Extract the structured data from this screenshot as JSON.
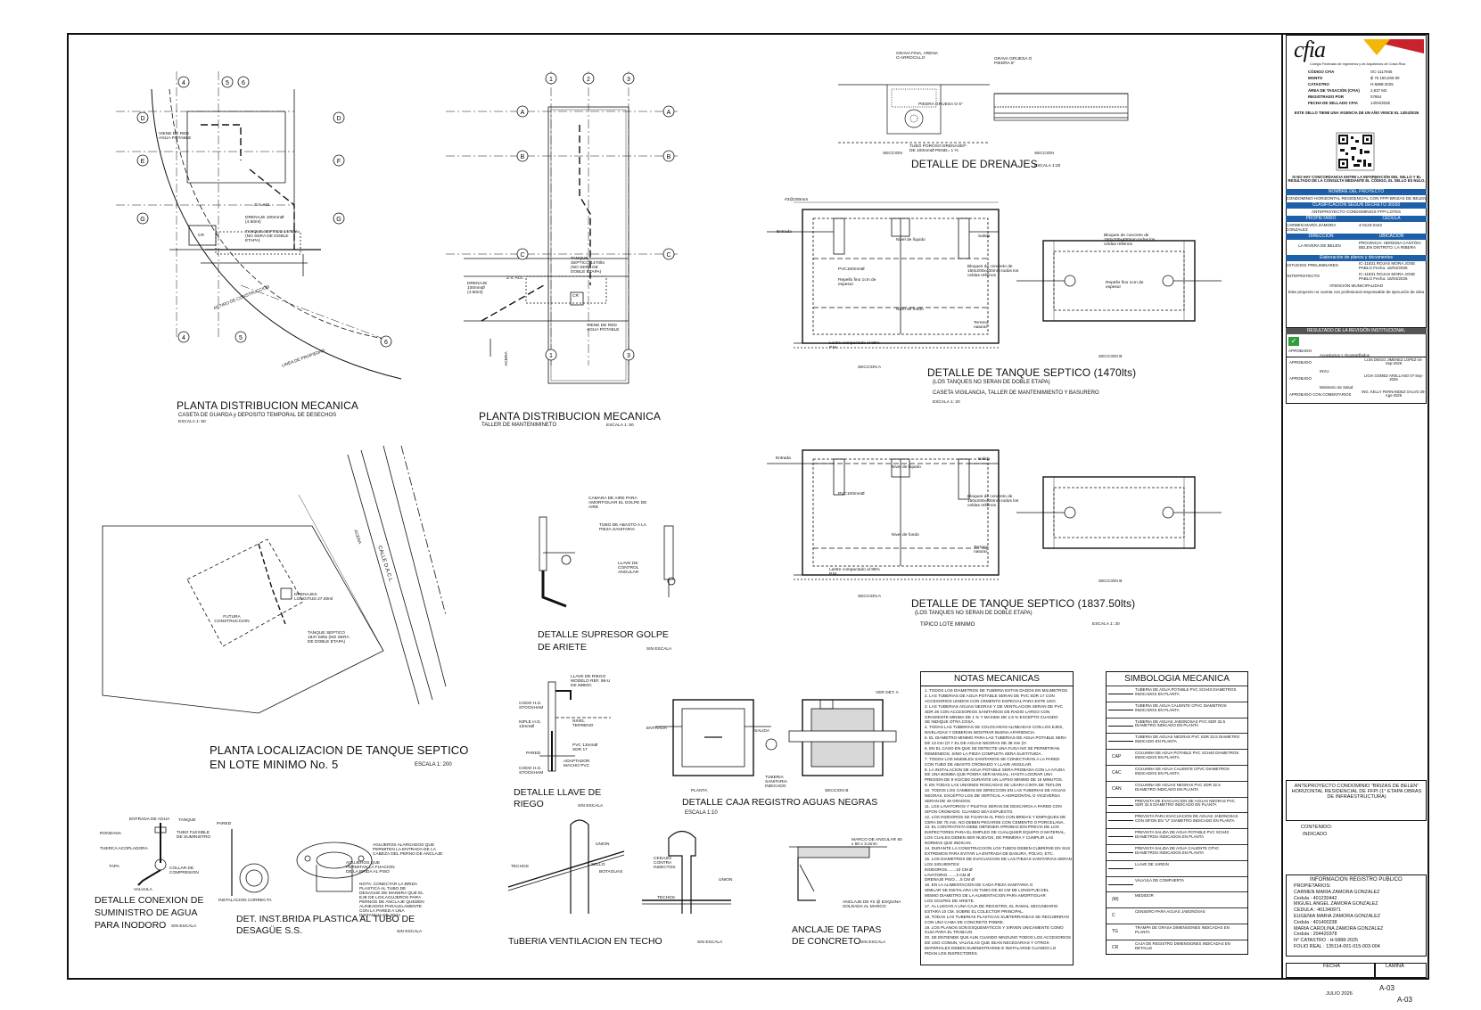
{
  "plan1": {
    "title": "PLANTA DISTRIBUCION MECANICA",
    "subtitle": "CASETA DE GUARDA y DEPOSITO TEMPORAL DE DESECHOS",
    "scale": "ESCALA 1: 50",
    "labels": {
      "viene_red": "VIENE DE RED AGUA POTABLE",
      "drenaje": "DRENAJE 100mmØ (4.50ml)",
      "tanque": "TANQUE SEPTICO 1470lts (NO SERA DE DOBLE ETAPA)",
      "zv": "Z.V. ACL",
      "retiro": "RETIRO DE CONSTRUCCION",
      "linea": "LINEA DE PROPIEDAD",
      "cr": "CR"
    },
    "axes": [
      "4",
      "5",
      "6",
      "D",
      "E",
      "G",
      "4",
      "5",
      "6",
      "F",
      "G"
    ]
  },
  "plan2": {
    "title": "PLANTA DISTRIBUCION MECANICA",
    "subtitle": "TALLER DE MANTENIMINETO",
    "scale": "ESCALA 1: 50",
    "labels": {
      "tanque": "TANQUE SEPTICO 1470lts (NO SERA DE DOBLE ETAPA)",
      "drenaje": "DRENAJE 100mmØ (4.50ml)",
      "zv": "Z.V. ACL",
      "viene": "VIENE DE RED AGUA POTABLE",
      "acera": "ACERA",
      "cr": "CR"
    },
    "axes_top": [
      "1",
      "2",
      "3"
    ],
    "axes_left": [
      "A",
      "B",
      "C"
    ],
    "axes_right": [
      "A",
      "B",
      "C"
    ],
    "axes_bottom": [
      "1",
      "3"
    ]
  },
  "drenajes": {
    "title": "DETALLE DE DRENAJES",
    "scale": "ESCALA 1:20",
    "seccion": "SECCION",
    "labels": {
      "grava_fina": "GRAVA FINA, ARENA O ARROCILLO",
      "grava_gruesa": "GRAVA GRUESA O PIEDRA 5\"",
      "piedra_gruesa": "PIEDRA GRUESA O 5\"",
      "tubo_poroso": "TUBO POROSO DRENASEP DE 100mmØ PEND= 1 %"
    }
  },
  "tanque1470": {
    "title": "DETALLE DE TANQUE SEPTICO (1470lts)",
    "note": "(LOS TANQUES NO SERAN DE DOBLE ETAPA)",
    "subtitle": "CASETA VIGILANCIA, TALLER DE MANTENIMIENTO Y BASURERO",
    "scale": "ESCALA 1: 20",
    "seccion_a": "SECCION A",
    "seccion_b": "SECCION B",
    "labels": {
      "nivel_liquido": "Nivel de líquido",
      "nivel_fondo": "Nivel de fondo",
      "pvc": "PVC100mmØ",
      "repello": "Repello fino 1cm de espesor",
      "bloques": "Bloques de concreto de 150x200x400mm todos los celdas rellenos",
      "lastre": "Lastre compactado al 95% P.M.",
      "terreno": "Terreno natural",
      "entrada": "Entrada",
      "salida": "Salida",
      "varilla": "#3@200mm"
    }
  },
  "tanque1837": {
    "title": "DETALLE DE TANQUE SEPTICO (1837.50lts)",
    "note": "(LOS TANQUES NO SERAN DE DOBLE ETAPA)",
    "subtitle": "TIPICO LOTE MINIMO",
    "scale": "ESCALA 1: 20",
    "seccion_a": "SECCION A",
    "seccion_b": "SECCION B"
  },
  "localizacion": {
    "title_l1": "PLANTA LOCALIZACION DE TANQUE SEPTICO",
    "title_l2": "EN LOTE MINIMO No. 5",
    "scale": "ESCALA 1: 200",
    "labels": {
      "futura": "FUTURA CONSTRUCCION",
      "drenajes": "DRENAJES LONGITUD 27.00ml",
      "tanque": "TANQUE SEPTICO 1837.50lts (NO SERA DE DOBLE ETAPA)",
      "calle": "CALLE D.A.C.L.",
      "acera": "ACERA"
    }
  },
  "supresor": {
    "title_l1": "DETALLE SUPRESOR GOLPE",
    "title_l2": "DE ARIETE",
    "scale": "SIN ESCALA",
    "labels": {
      "camara": "CAMARA DE AIRE PARA AMORTIGUAR EL GOLPE DE AIRE",
      "tubo": "TUBO DE ABASTO A LA PIEZA SANITARIA",
      "llave": "LLAVE DE CONTROL ANGULAR"
    }
  },
  "llave_riego": {
    "title_l1": "DETALLE LLAVE DE",
    "title_l2": "RIEGO",
    "scale": "SIN ESCALA",
    "labels": {
      "llave": "LLAVE DE RIEGO MODELO REF. 98-U DE IMBOC",
      "codo": "CODO H.G. STOCKHAM",
      "niple": "NIPLE H.G. 13mmØ",
      "nivel": "NIVEL TERRENO",
      "pvc": "PVC 13mmØ SDR 17",
      "pared": "PARED",
      "adaptador": "ADAPTADOR MACHO PVC",
      "codo2": "CODO H.G. STOCKHAM"
    }
  },
  "caja_registro": {
    "title": "DETALLE CAJA REGISTRO AGUAS NEGRAS",
    "scale": "ESCALA 1:10",
    "planta": "PLANTA",
    "seccion_b": "SECCION B",
    "labels": {
      "entrada": "ENTRADA",
      "salida": "SALIDA",
      "ver_det": "VER DET. A",
      "tuberia": "TUBERIA SANITARIA INDICADO"
    }
  },
  "notas": {
    "title": "NOTAS MECANICAS",
    "items": [
      "1. TODOS LOS DIAMETROS DE TUBERIA ESTAN DADOS EN MILIMETROS",
      "2. LAS TUBERIAS DE AGUA POTABLE SERAN DE PVC SDR 17 CON",
      "   ACCESORIOS UNIDOS CON CEMENTO ESPECIAL PARA ESTE USO.",
      "3. LAS TUBERIAS AGUAS NEGRAS Y DE VENTILACION SERAN DE PVC",
      "   SDR 26 CON ACCESORIOS SANITARIOS DE RADIO LARGO CON",
      "   GRADIENTE MINIMA DE 1 % Y MAXIMA DE 2.5 % EXCEPTO CUANDO",
      "   SE INDIQUE OTRA COSA.",
      "4. TODAS LAS TUBERIAS SE COLOCARAN ALINEADAS CON LOS EJES,",
      "   NIVELADAS Y DEBERAN MOSTRAR BUENA APARIENCIA.",
      "5. EL DIAMETRO MINIMO PARA LAS TUBERIAS DE AGUA POTABLE SERA",
      "   DE 13 mm (O Y EL DE AGUAS NEGRAS DE 38 mm (O",
      "6. EN EL CASO EN QUE SE DETECTE UNA FUGA NO SE PERMITIRAN",
      "   REMIENDOS, SINO LA PIEZA COMPLETA SERA SUSTITUIDA.",
      "7. TODOS LOS MUEBLES SANITARIOS SE CONECTARAN A LA PARED",
      "   CON TUBO DE ABASTO CROMADO Y LLAVE ANGULAR.",
      "8. LA INSTALACION DE AGUA POTABLE SERA PROBADA CON LA AYUDA",
      "   DE UNA BOMBA QUE PODRA SER MANUAL, HASTA LOGRAR UNA",
      "   PRESION DE 8 KG/CM2 DURANTE UN LAPSO MINIMO DE 15 MINUTOS.",
      "9. EN TODAS LAS UNIONES ROSCADAS SE USARA CINTA DE TEFLON",
      "10. TODOS LOS CAMBIOS DE DIRECCION EN LAS TUBERIAS DE AGUAS",
      "   NEGRAS, EXCEPTO LOS DE VERTICAL A HORIZONTAL O VICEVERSA",
      "   SERAN DE 45 GRADOS.",
      "11. LOS LAVATORIOS Y PILETAS SERAN DE DESCARGA A PARED CON",
      "   SIFON CROMADO, CUANDO SEA EXPUESTO.",
      "12. LOS INODOROS SE FIJARAN AL PISO CON BRIDAS Y EMPAQUES DE",
      "   CERA DE 75 mm. NO DEBEN PEGARSE CON CEMENTO O PORCELANA.",
      "13. EL CONTRATISTA DEBE OBTENER APROBACION PREVIA DE LOS",
      "   INSPECTORES PARA EL EMPLEO DE CUALQUIER EQUIPO O MATERIAL,",
      "   LOS CUALES DEBEN SER NUEVOS, DE PRIMERA Y CUMPLIR LAS",
      "   NORMAS QUE INDICAN.",
      "14. DURANTE LA CONSTRUCCION LOS TUBOS DEBEN CUBRIRSE EN SUS",
      "   EXTREMOS PARA EVITAR LA ENTRADA DE BASURA, POLVO, ETC.",
      "15. LOS DIAMETROS DE EVACUACION DE LAS PIEZAS SANITARIAS SERAN",
      "   LOS SIGUIENTES:",
      "        INODOROS........10 CM Ø",
      "        LAVATORIO........3 CM Ø",
      "        DRENAJE PISO.....5 CM Ø",
      "16. EN LA ALIMENTACION DE CADA PIEZA SANITARIA O",
      "   SIMILAR SE INSTALARA UN TUBO DE 60 CM DE LONGITUD DEL",
      "   MISMO DIAMETRO DE LA ALIMENTACION PARA AMORTIGUAR",
      "   LOS GOLPES DE ARIETE.",
      "17. AL LLEGAR A UNA CAJA DE REGISTRO, EL RAMAL SECUNDARIO",
      "   ESTARA 10 CM. SOBRE EL COLECTOR PRINCIPAL.",
      "18. TODAS LAS TUBERIAS PLASTICAS SUBTERRANEAS SE RECUBRIRAN",
      "   CON UNA CAMA DE CONCRETO POBRE.",
      "19. LOS PLANOS SON ESQUEMATICOS Y SIRVEN UNICAMENTE COMO",
      "   GUIA PARA EL TRABAJO.",
      "20. SE ENTIENDE QUE AUN CUANDO NINGUNO TODOS LOS ACCESORIOS",
      "   DE USO COMUN, VALVULAS QUE SEAN NECESARIAS Y OTROS",
      "   MATERIALES DEBEN SUMINISTRARSE E INSTALARSE CUANDO LO",
      "   PIDAN LOS INSPECTORES."
    ]
  },
  "simbologia": {
    "title": "SIMBOLOGIA MECANICA",
    "rows": [
      {
        "code": "",
        "label": "TUBERIA DE AGUA POTABLE PVC SCH40 DIAMETROS INDICADOS EN PLANTA"
      },
      {
        "code": "",
        "label": "TUBERIA DE AGUA CALIENTE CPVC DIAMETROS INDICADOS EN PLANTA"
      },
      {
        "code": "",
        "label": "TUBERIA DE AGUAS JABONOSAS PVC SDR 32.5 DIAMETRO INDICADO EN PLANTA"
      },
      {
        "code": "",
        "label": "TUBERIA DE AGUAS NEGRAS PVC SDR 32.5 DIAMETRO INDICADO EN PLANTA"
      },
      {
        "code": "CAP",
        "label": "COLUMNA DE AGUA POTABLE PVC SCH40 DIAMETROS INDICADOS EN PLANTA"
      },
      {
        "code": "CAC",
        "label": "COLUMNA DE AGUA CALIENTE CPVC DIAMETROS INDICADOS EN PLANTA"
      },
      {
        "code": "CAN",
        "label": "COLUMNA DE AGUAS NEGRAS PVC SDR 32.5 DIAMETRO INDICADO EN PLANTA"
      },
      {
        "code": "",
        "label": "PREVISTA DE EVACUACION DE AGUAS NEGRAS PVC SDR 32.5 DIAMETRO INDICADO EN PLANTA"
      },
      {
        "code": "",
        "label": "PREVISTA PARA EVACUACION DE AGUAS JABONOSAS CON SIFON EN \"U\" DIAMETRO INDICADO EN PLANTA"
      },
      {
        "code": "",
        "label": "PREVISTA SALIDA DE AGUA POTABLE PVC SCH40 DIAMETROS INDICADOS EN PLANTA"
      },
      {
        "code": "",
        "label": "PREVISTA SALIDA DE AGUA CALIENTE CPVC DIAMETROS INDICADOS EN PLANTA"
      },
      {
        "code": "",
        "label": "LLAVE DE JARDIN"
      },
      {
        "code": "",
        "label": "VALVULA DE COMPUERTA"
      },
      {
        "code": "(M)",
        "label": "MEDIDOR"
      },
      {
        "code": "C",
        "label": "CENSERO PARA AGUAS JABONOSAS"
      },
      {
        "code": "TG",
        "label": "TRAMPA DE GRASA DIMENSIONES INDICADAS EN PLANTA"
      },
      {
        "code": "CR",
        "label": "CAJA DE REGISTRO DIMENSIONES INDICADAS EN DETALLE"
      }
    ]
  },
  "conexion": {
    "title_l1": "DETALLE CONEXION DE",
    "title_l2": "SUMINISTRO DE AGUA",
    "title_l3": "PARA INODORO",
    "scale": "SIN ESCALA",
    "labels": {
      "entrada": "ENTRADA DE AGUA",
      "tanque": "TANQUE",
      "rondana": "RONDANA",
      "tuerca": "TUERCA ACOPLADORA",
      "tubo": "TUBO FLEXIBLE DE SUMINISTRO",
      "tapa": "TAPA",
      "collar": "COLLAR DE COMPRESION",
      "valvula": "VALVULA"
    }
  },
  "brida": {
    "title_l1": "DET. INST.BRIDA PLASTICA AL TUBO DE",
    "title_l2": "DESAGÜE S.S.",
    "scale": "SIN ESCALA",
    "labels": {
      "pared": "PARED",
      "agujeros": "AGUJEROS ALARGADOS QUE PERMITEN LA ENTRADA DE LA CABEZA DEL PERNO DE ANCLAJE",
      "agujeros2": "AGUJEROS QUE PERMITAN LA FIJACION DE LA BRIDA AL PISO",
      "instalacion": "INSTALACION CORRECTA",
      "nota": "NOTA: CONECTAR LA BRIDA PLASTICA AL TUBO DE DESAGUE DE MANERA QUE EL EJE DE LOS AGUJEROS PARA PERNOS DE ANCLAJE QUEDEN ALINEADOS PARALELAMENTE CON LA PARED A UNA DISTANCIA DE 30cm"
    }
  },
  "ventilacion": {
    "title": "TuBERIA VENTILACION EN TECHO",
    "scale": "SIN ESCALA",
    "labels": {
      "union": "UNION",
      "sello": "SELLO",
      "botaguas": "BOTAGUAS",
      "techos": "TECHOS",
      "cedazo": "CEDAZO CONTRA INSECTOS",
      "union2": "UNION"
    }
  },
  "anclaje": {
    "title_l1": "ANCLAJE DE TAPAS",
    "title_l2": "DE CONCRETO",
    "scale": "SIN ESCALA",
    "labels": {
      "marco": "MARCO DE ANGULAR 50 x 50 x 3.2mm",
      "anclaje": "ANCLAJE DE #2 @ ESQUINA SOLDADA AL MARCO"
    }
  },
  "titleblock": {
    "logo": "cfia",
    "logo_sub": "Colegio Federado de Ingenieros y de Arquitectos de Costa Rica",
    "fields": [
      [
        "CÓDIGO CFIA",
        "OC-1117945"
      ],
      [
        "MONTO",
        "₡ 75 150,000.00"
      ],
      [
        "CATASTRO",
        "H-5888-2025"
      ],
      [
        "ÁREA DE TASACIÓN (CFIA)",
        "2,837 M2"
      ],
      [
        "REGISTRADO POR",
        "07954"
      ],
      [
        "FECHA DE SELLADO CFIA",
        "14/04/2025"
      ]
    ],
    "vigencia": "ESTE SELLO TIENE UNA VIGENCIA DE UN AÑO VENCE EL 14/04/2026",
    "aviso": "SI NO HAY CONCORDANCIA ENTRE LA INFORMACIÓN DEL SELLO Y EL RESULTADO DE LA CONSULTA MEDIANTE EL CÓDIGO, EL SELLO ES NULO.",
    "band1": "NOMBRE DEL PROYECTO",
    "proyecto": "CONDOMINIO HORIZONTAL RESIDENCIAL CON FFPI BRIZAS DE BELEN",
    "band2": "CLASIFICACIÓN SEGÚN DECRETO 36550",
    "clasif": "ANTEPROYECTO CONDOMINIOS FFPI LOTES",
    "band3": "PROPIETARIO",
    "band3b": "CÉDULA",
    "propietario": "CARMEN MARÍA ZAMORA GONZALEZ",
    "cedula": "4-0123-0442",
    "band4": "DIRECCIÓN",
    "band4b": "UBICACIÓN",
    "direccion": "LA RIVERA DE BELEN",
    "ubicacion": "PROVINCIA: HEREDIA CANTÓN: BELEN DISTRITO: LA RIBERA",
    "band5": "Elaboración de planos y documentos",
    "estudios": "ESTUDIOS PRELIMINARES",
    "estudios_val": "IC-11831 ROJAS MORA JOSE PABLO Fecha: 16/04/2025",
    "anteproyecto": "ANTEPROYECTO",
    "anteproyecto_val": "IC-11831 ROJAS MORA JOSE PABLO Fecha: 16/04/2025",
    "atencion": "ATENCIÓN MUNICIPALIDAD",
    "atencion_txt": "Este proyecto no cuenta con profesional responsable de ejecución de obra",
    "band6": "RESULTADO DE LA REVISIÓN INSTITUCIONAL",
    "aprobado": "APROBADO",
    "revisiones": [
      {
        "inst": "Acueductos y Alcantarillados",
        "estado": "APROBADO",
        "firma": "LUIS DIEGO JIMENEZ LOPEZ 04-Sep-2026"
      },
      {
        "inst": "INVU",
        "estado": "APROBADO",
        "firma": "LIGIA GOMEZ ARELLANO 07-Sep-2026"
      },
      {
        "inst": "Ministerio de Salud",
        "estado": "APROBADO CON COMENTARIOS",
        "firma": "ING. KELLY FERNANDEZ GALVO 28-Ago-2026"
      }
    ],
    "anteproyecto_nombre": "ANTEPROYECTO CONDOMINIO \"BRIZAS DE BELEN\" HORIZONTAL RESIDENCIAL DE FFPI (1° ETAPA OBRAS DE INFRAESTRUCTURA)",
    "contenido_label": "CONTENIDO:",
    "contenido": "INDICADO",
    "registro_title": "INFORMACION REGISTRO PUBLICO",
    "registro": [
      "PROPIETARIOS:",
      "CARMEN MARIA ZAMORA GONZALEZ",
      "Cedula : 401230442",
      "MIGUEL ANGEL ZAMORA GONZALEZ",
      "CEDULA : 401340971",
      "EUGENIA MARIA ZAMORA GONZALEZ",
      "Cedula : 401400238",
      "MARIA CAROLINA ZAMORA GONZALEZ",
      "Cedula : 204420378",
      "N° CATASTRO : H-5888-2025",
      "FOLIO REAL : 135114-001-015-003-004"
    ],
    "fecha_label": "FECHA",
    "fecha": "JULIO 2026",
    "lamina_label": "LAMINA",
    "lamina": "A-03",
    "lamina2": "A-03"
  },
  "colors": {
    "accent_blue": "#1d5fa8",
    "logo_red": "#c8232c",
    "logo_yellow": "#f2b705",
    "check_green": "#2e9e3a"
  }
}
